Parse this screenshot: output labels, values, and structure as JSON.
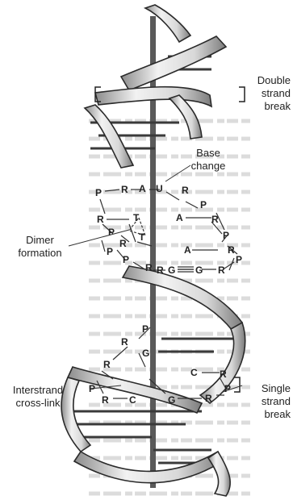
{
  "labels": {
    "double_strand_break": [
      "Double",
      "strand",
      "break"
    ],
    "base_change": [
      "Base",
      "change"
    ],
    "dimer_formation": [
      "Dimer",
      "formation"
    ],
    "interstrand_cross_link": [
      "Interstrand",
      "cross-link"
    ],
    "single_strand_break": [
      "Single",
      "strand",
      "break"
    ]
  },
  "bases": {
    "upper_strand_left": "P",
    "upper_r1": "R",
    "upper_a": "A",
    "upper_u": "U",
    "upper_r2": "R",
    "upper_p2": "P",
    "dimer_r1": "R",
    "dimer_t1": "T",
    "dimer_p": "P",
    "dimer_r2": "R",
    "dimer_t2": "T",
    "dimer_r3": "R",
    "dimer_p3": "P",
    "right_a1": "A",
    "right_r1": "R",
    "right_p1": "P",
    "right_a2": "A",
    "right_r2": "R",
    "right_p2": "P",
    "mid_p": "P",
    "mid_r1": "R",
    "mid_g1": "G",
    "mid_g2": "G",
    "mid_r2": "R",
    "low_r1": "R",
    "low_p1": "P",
    "low_r2": "R",
    "low_g1": "G",
    "low_c1": "C",
    "low_r3": "R",
    "low_p2": "P",
    "low_r4": "R",
    "low_c2": "C",
    "low_g2": "G",
    "low_r5": "R",
    "low_p3": "P"
  },
  "colors": {
    "backbone_fill": "#e9e9e9",
    "backbone_shade": "#9a9a9a",
    "line": "#2a2a2a"
  }
}
